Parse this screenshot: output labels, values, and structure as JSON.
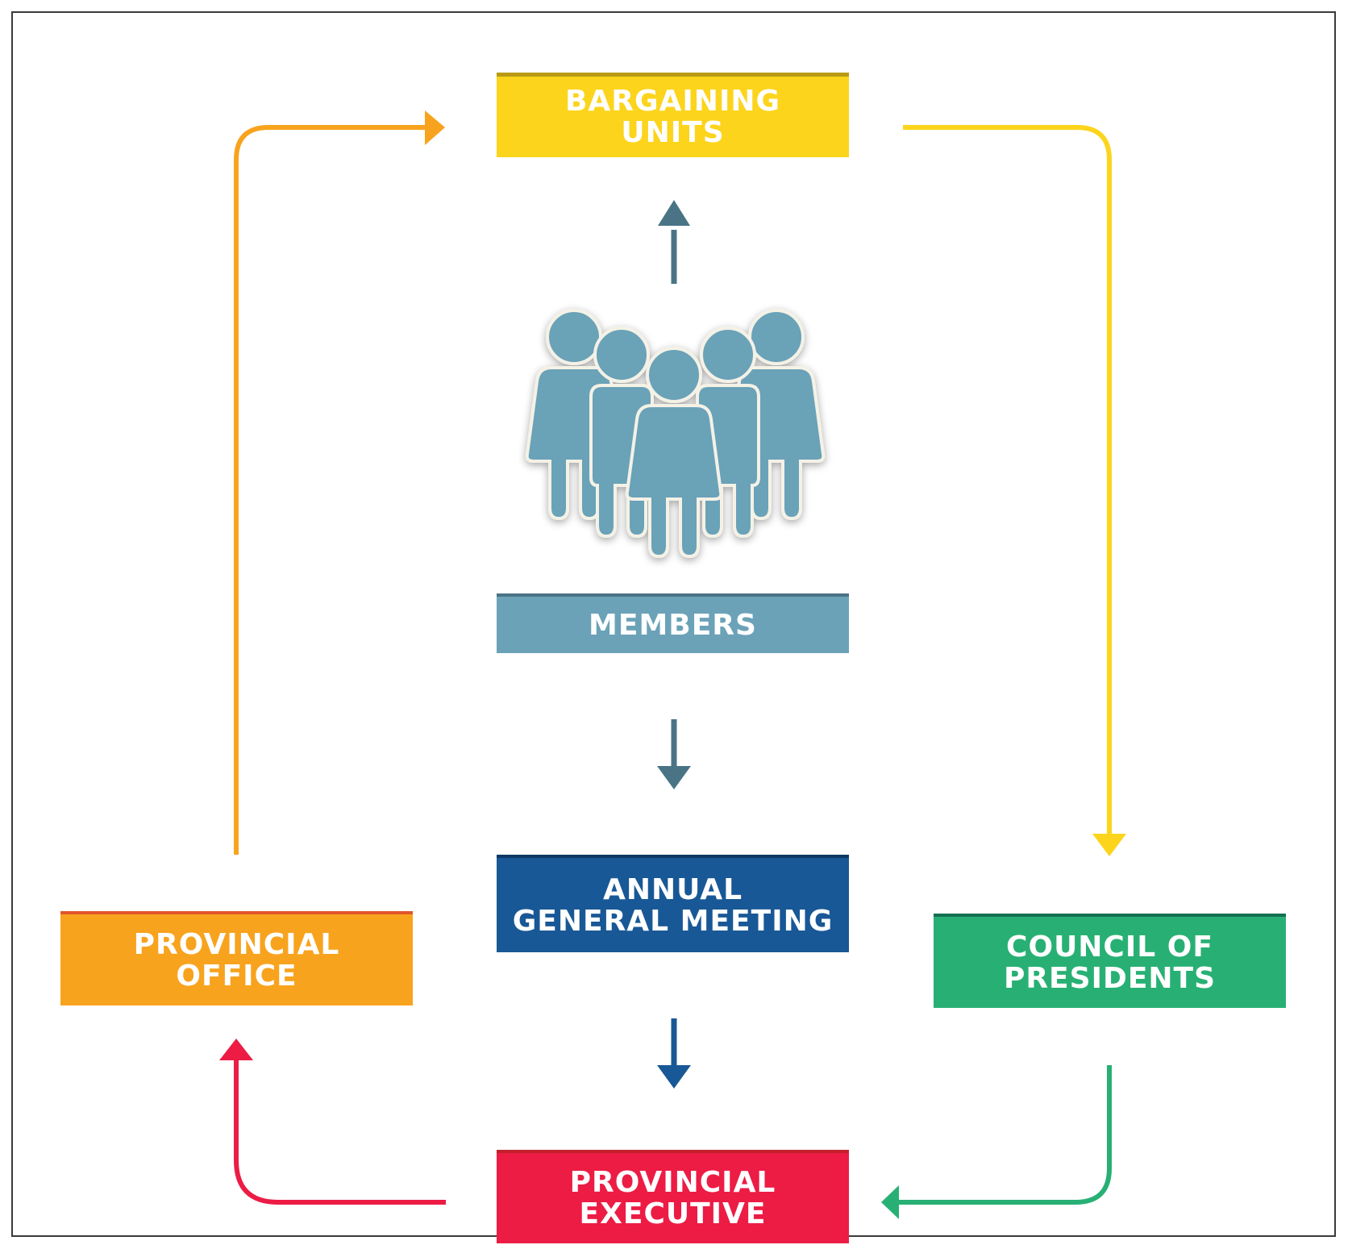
{
  "diagram": {
    "type": "organizational-flow-cycle",
    "nodes": [
      {
        "id": "bargaining_units",
        "label": "BARGAINING\nUNITS",
        "color": "#FCD41C",
        "stripe": "#B99A14"
      },
      {
        "id": "members",
        "label": "MEMBERS",
        "color": "#6BA2B8",
        "stripe": "#4C7385",
        "icon": "people-group-icon"
      },
      {
        "id": "agm",
        "label": "ANNUAL\nGENERAL MEETING",
        "color": "#195896",
        "stripe": "#0E3864"
      },
      {
        "id": "provincial_executive",
        "label": "PROVINCIAL\nEXECUTIVE",
        "color": "#EC1C45",
        "stripe": "#C4202C"
      },
      {
        "id": "provincial_office",
        "label": "PROVINCIAL\nOFFICE",
        "color": "#F8A31E",
        "stripe": "#E0552A"
      },
      {
        "id": "council_of_presidents",
        "label": "COUNCIL OF\nPRESIDENTS",
        "color": "#28B074",
        "stripe": "#137050"
      }
    ],
    "edges": [
      {
        "from": "members",
        "to": "bargaining_units",
        "color": "#4A7485"
      },
      {
        "from": "members",
        "to": "agm",
        "color": "#4A7485"
      },
      {
        "from": "agm",
        "to": "provincial_executive",
        "color": "#195896"
      },
      {
        "from": "bargaining_units",
        "to": "council_of_presidents",
        "color": "#FCD41C"
      },
      {
        "from": "council_of_presidents",
        "to": "provincial_executive",
        "color": "#28B074"
      },
      {
        "from": "provincial_executive",
        "to": "provincial_office",
        "color": "#EC1C45"
      },
      {
        "from": "provincial_office",
        "to": "bargaining_units",
        "color": "#F8A31E"
      }
    ]
  },
  "labels": {
    "bargaining_units": "BARGAINING\nUNITS",
    "members": "MEMBERS",
    "agm": "ANNUAL\nGENERAL MEETING",
    "provincial_executive": "PROVINCIAL\nEXECUTIVE",
    "provincial_office": "PROVINCIAL\nOFFICE",
    "council_of_presidents": "COUNCIL OF\nPRESIDENTS"
  },
  "colors": {
    "figure_fill": "#6BA2B8",
    "figure_outline": "#F4F1E6"
  }
}
